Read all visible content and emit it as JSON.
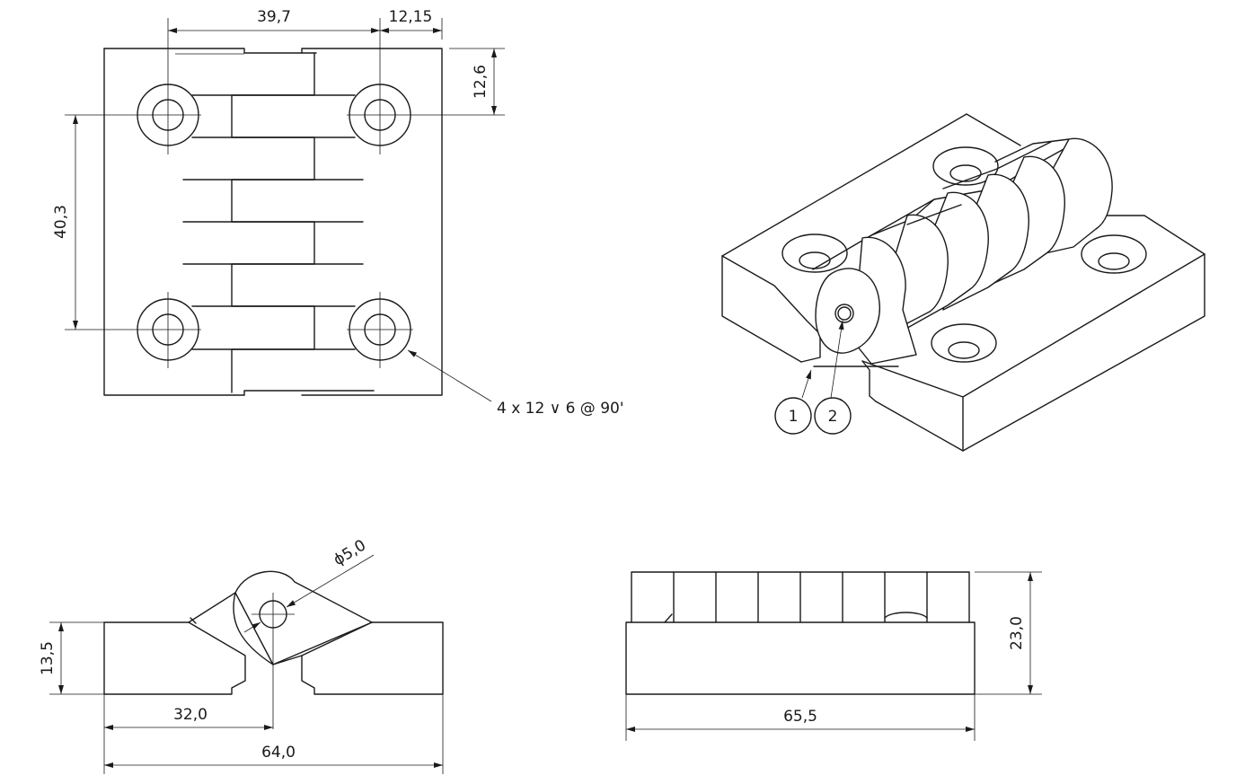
{
  "dimensions": {
    "width_39_7": "39,7",
    "width_12_15": "12,15",
    "height_12_6": "12,6",
    "height_40_3": "40,3",
    "hole_callout": "4 x 12 ∨ 6 @ 90'",
    "pin_diameter": "ϕ5,0",
    "height_13_5": "13,5",
    "half_width_32_0": "32,0",
    "width_64_0": "64,0",
    "width_65_5": "65,5",
    "height_23_0": "23,0"
  },
  "balloons": {
    "item_1": "1",
    "item_2": "2"
  }
}
